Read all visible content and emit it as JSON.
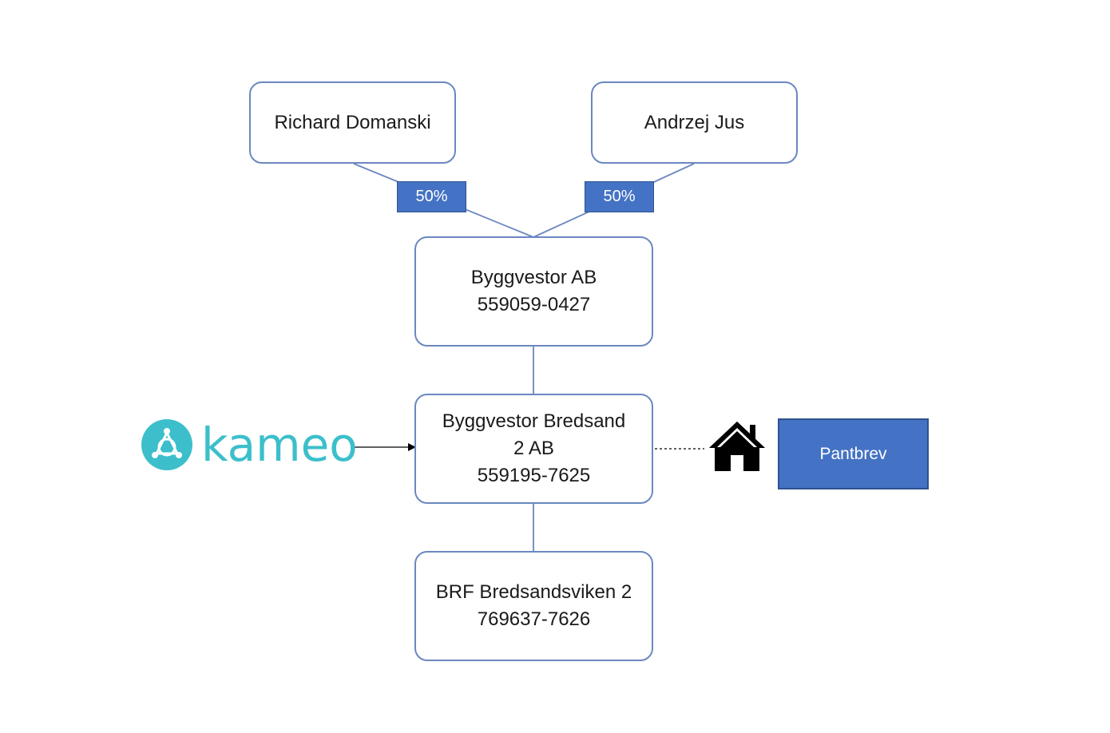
{
  "nodes": {
    "owner_1": {
      "name": "Richard Domanski"
    },
    "owner_2": {
      "name": "Andrzej Jus"
    },
    "parent_company": {
      "name": "Byggvestor AB",
      "org_number": "559059-0427"
    },
    "borrower_company": {
      "name_line_1": "Byggvestor Bredsand",
      "name_line_2": "2 AB",
      "org_number": "559195-7625"
    },
    "housing_association": {
      "name": "BRF Bredsandsviken 2",
      "org_number": "769637-7626"
    }
  },
  "ownership": {
    "owner_1_share": "50%",
    "owner_2_share": "50%"
  },
  "lender": {
    "logo_text": "kameo",
    "logo_icon": "kameo-logo-icon"
  },
  "collateral": {
    "icon": "house-icon",
    "label": "Pantbrev"
  },
  "colors": {
    "node_border": "#6b87c0",
    "badge_fill": "#4472c4",
    "badge_border": "#2f528f",
    "kameo_brand": "#3cbfcb"
  }
}
